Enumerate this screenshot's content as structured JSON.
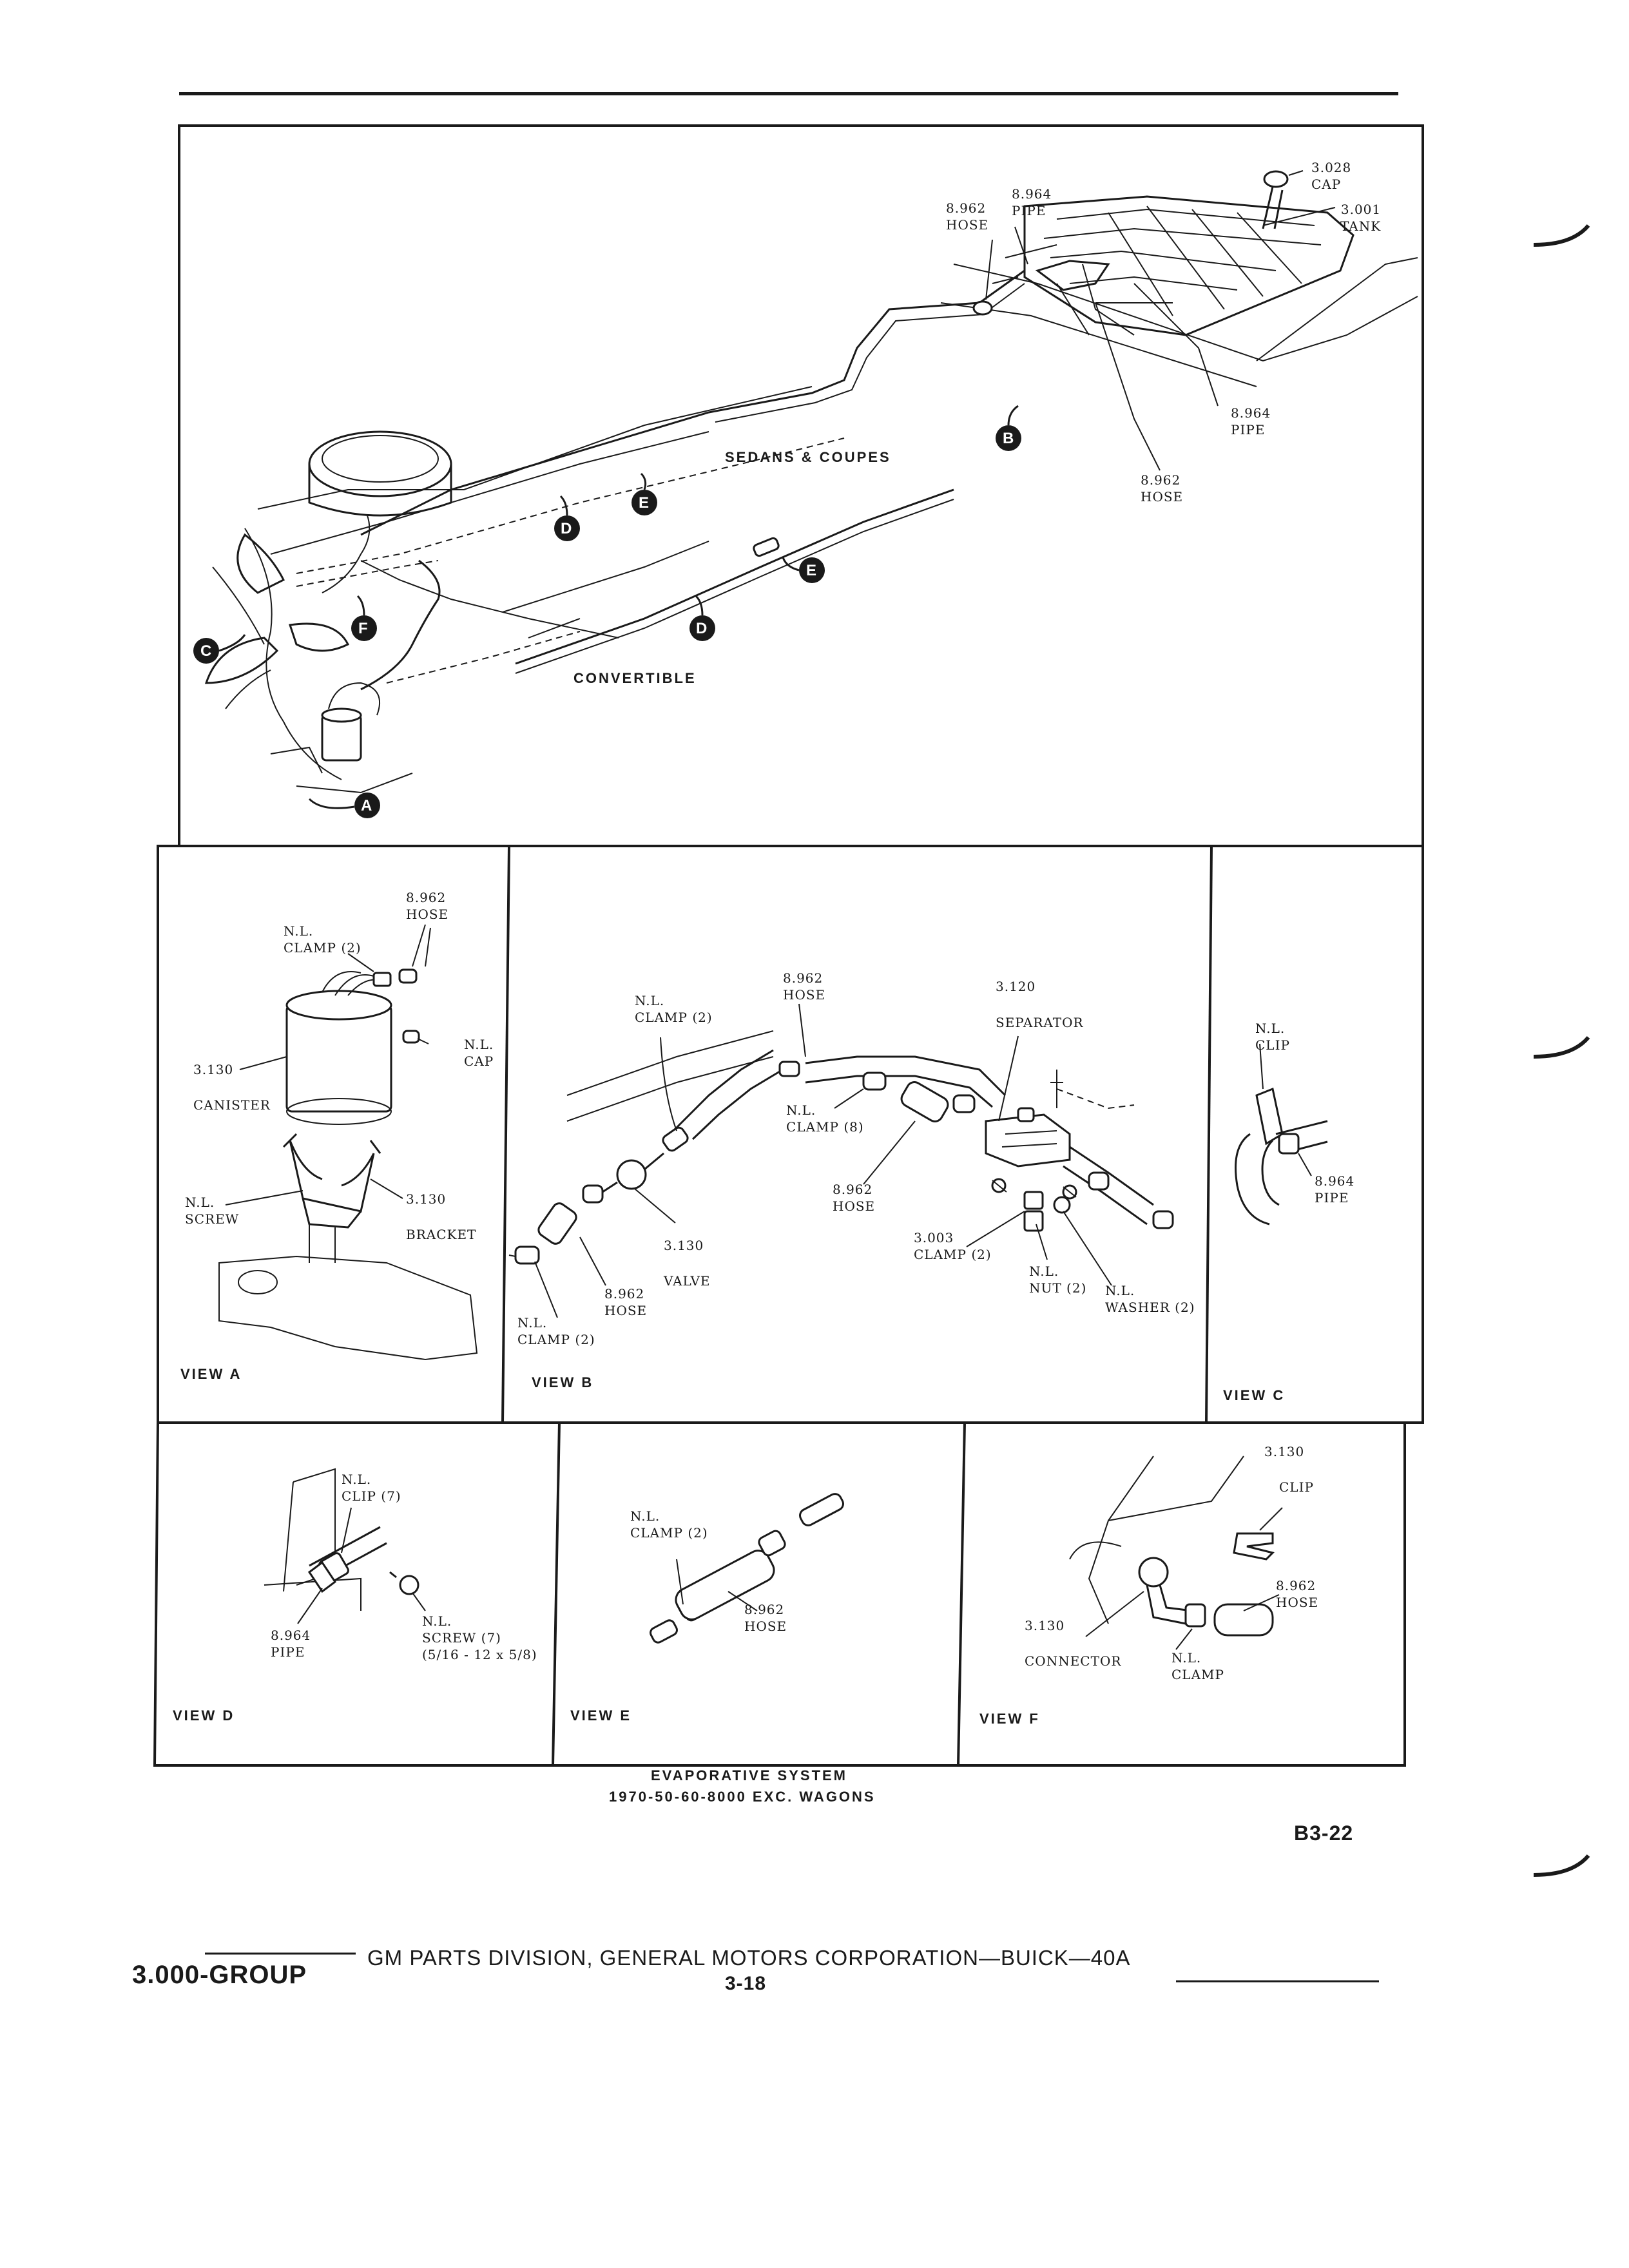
{
  "main_view": {
    "labels": {
      "cap": [
        "3.028",
        "CAP"
      ],
      "tank": [
        "3.001",
        "TANK"
      ],
      "pipe_top": [
        "8.964",
        "PIPE"
      ],
      "hose_top": [
        "8.962",
        "HOSE"
      ],
      "pipe_right": [
        "8.964",
        "PIPE"
      ],
      "hose_right": [
        "8.962",
        "HOSE"
      ],
      "sedans": "SEDANS & COUPES",
      "convertible": "CONVERTIBLE"
    },
    "view_markers": [
      "A",
      "B",
      "C",
      "D",
      "E",
      "F",
      "D",
      "E"
    ]
  },
  "view_a": {
    "title": "VIEW A",
    "labels": {
      "hose": [
        "8.962",
        "HOSE"
      ],
      "clamp": [
        "N.L.",
        "CLAMP (2)"
      ],
      "cap": [
        "N.L.",
        "CAP"
      ],
      "canister_num": "3.130",
      "canister": "CANISTER",
      "screw": [
        "N.L.",
        "SCREW"
      ],
      "bracket_num": "3.130",
      "bracket": "BRACKET"
    }
  },
  "view_b": {
    "title": "VIEW B",
    "labels": {
      "clamp_top": [
        "N.L.",
        "CLAMP (2)"
      ],
      "hose_top": [
        "8.962",
        "HOSE"
      ],
      "separator_num": "3.120",
      "separator": "SEPARATOR",
      "clamp_mid": [
        "N.L.",
        "CLAMP (8)"
      ],
      "hose_mid": [
        "8.962",
        "HOSE"
      ],
      "valve_num": "3.130",
      "valve": "VALVE",
      "hose_low": [
        "8.962",
        "HOSE"
      ],
      "clamp_low": [
        "N.L.",
        "CLAMP (2)"
      ],
      "clamp_sep": [
        "3.003",
        "CLAMP (2)"
      ],
      "nut": [
        "N.L.",
        "NUT (2)"
      ],
      "washer": [
        "N.L.",
        "WASHER (2)"
      ]
    }
  },
  "view_c": {
    "title": "VIEW C",
    "labels": {
      "clip": [
        "N.L.",
        "CLIP"
      ],
      "pipe": [
        "8.964",
        "PIPE"
      ]
    }
  },
  "view_d": {
    "title": "VIEW D",
    "labels": {
      "clip": [
        "N.L.",
        "CLIP (7)"
      ],
      "pipe": [
        "8.964",
        "PIPE"
      ],
      "screw": [
        "N.L.",
        "SCREW (7)",
        "(5/16 - 12 x 5/8)"
      ]
    }
  },
  "view_e": {
    "title": "VIEW E",
    "labels": {
      "clamp": [
        "N.L.",
        "CLAMP (2)"
      ],
      "hose": [
        "8.962",
        "HOSE"
      ]
    }
  },
  "view_f": {
    "title": "VIEW F",
    "labels": {
      "clip_num": "3.130",
      "clip": "CLIP",
      "hose": [
        "8.962",
        "HOSE"
      ],
      "connector_num": "3.130",
      "connector": "CONNECTOR",
      "clamp": [
        "N.L.",
        "CLAMP"
      ]
    }
  },
  "caption": {
    "line1": "EVAPORATIVE SYSTEM",
    "line2": "1970-50-60-8000 EXC. WAGONS"
  },
  "figure_code": "B3-22",
  "footer": {
    "group": "3.000-GROUP",
    "division": "GM PARTS DIVISION, GENERAL MOTORS CORPORATION—BUICK—40A",
    "page": "3-18"
  }
}
